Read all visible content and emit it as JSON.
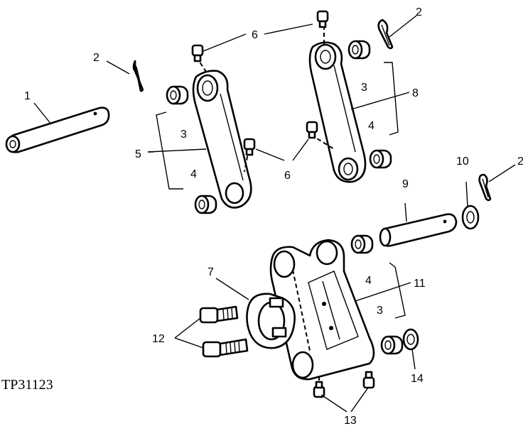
{
  "figure_ref": "TP31123",
  "callouts": {
    "c1": "1",
    "c2a": "2",
    "c2b": "2",
    "c2c": "2",
    "c3a": "3",
    "c3b": "3",
    "c3c": "3",
    "c4a": "4",
    "c4b": "4",
    "c4c": "4",
    "c5": "5",
    "c6a": "6",
    "c6b": "6",
    "c7": "7",
    "c8": "8",
    "c9": "9",
    "c10": "10",
    "c11": "11",
    "c12": "12",
    "c13": "13",
    "c14": "14"
  }
}
